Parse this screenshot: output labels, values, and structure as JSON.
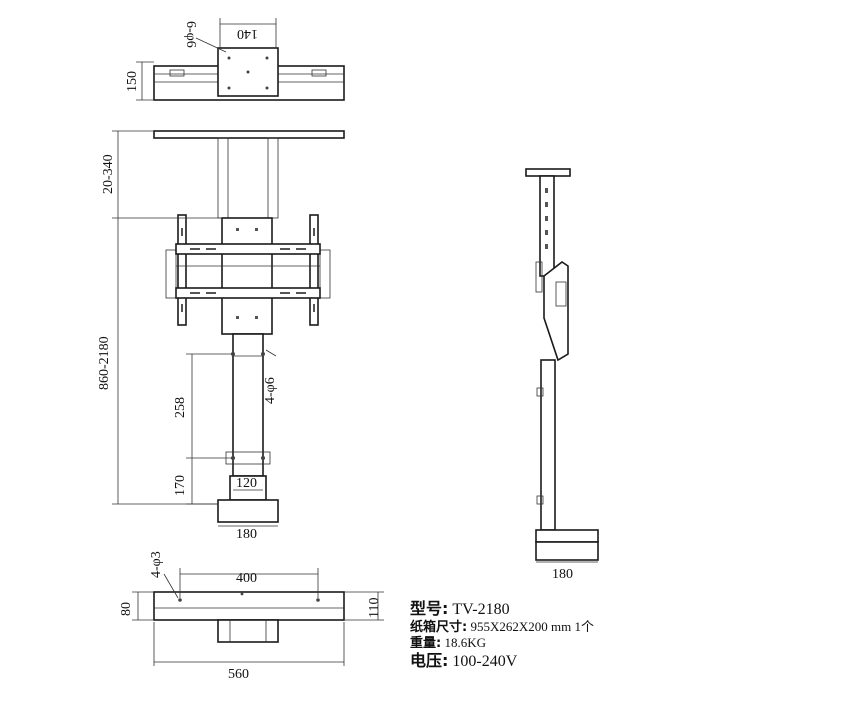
{
  "dimensions": {
    "top_width": "140",
    "top_holes": "6-φ6",
    "top_height": "150",
    "extension": "20-340",
    "total_height": "860-2180",
    "hole_spacing": "258",
    "side_holes": "4-φ6",
    "base_offset": "170",
    "column_width": "120",
    "base_width_front": "180",
    "base_width_side": "180",
    "bottom_holes": "4-φ3",
    "bottom_hole_spacing": "400",
    "bottom_depth": "80",
    "bottom_height": "110",
    "bottom_width": "560"
  },
  "specs": {
    "model": {
      "label": "型号:",
      "value": "TV-2180"
    },
    "carton": {
      "label": "纸箱尺寸:",
      "value": "955X262X200  mm 1个"
    },
    "weight": {
      "label": "重量:",
      "value": "18.6KG"
    },
    "voltage": {
      "label": "电压:",
      "value": "100-240V"
    }
  }
}
